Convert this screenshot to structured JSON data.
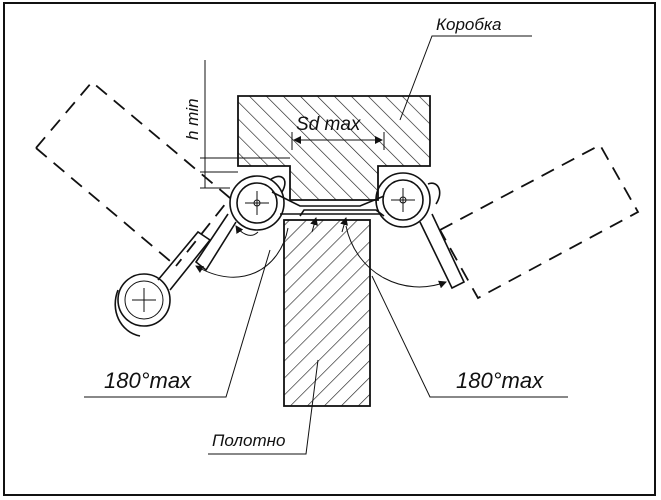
{
  "labels": {
    "box": "Коробка",
    "leaf": "Полотно",
    "gap": "Sd max",
    "height": "h min",
    "angle_left": "180°max",
    "angle_right": "180°max"
  }
}
